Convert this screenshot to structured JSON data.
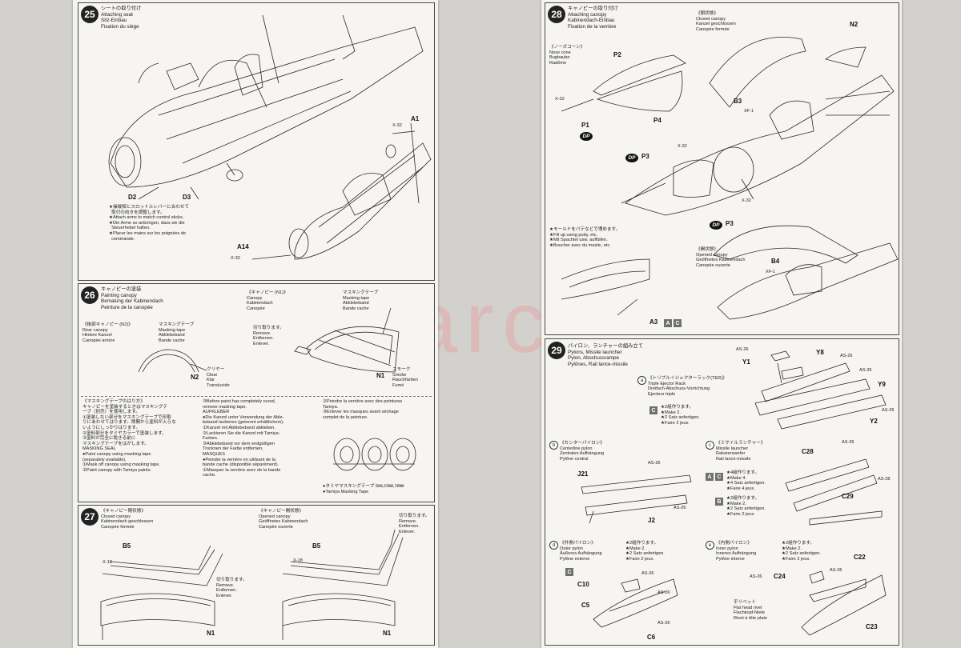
{
  "watermark": "modelarclub.cz",
  "step25": {
    "num": "25",
    "title": "シートの取り付け\nAttaching seat\nSitz-Einbau\nFixation du siège",
    "note": "★操縦桿とスロットルレバーに合わせて\n  取付の向きを調整します。\n★Attach arms to match control sticks.\n★Die Arme so anbringen, dass sie die\n  Steuerhebel halten.\n★Placer les mains sur les poignées de\n  commande.",
    "parts": {
      "d2": "D2",
      "d3": "D3",
      "a1": "A1",
      "a14": "A14",
      "x32a": "X-32",
      "x32b": "X-32"
    }
  },
  "step26": {
    "num": "26",
    "title": "キャノピーの塗装\nPainting canopy\nBemalung der Kabinendach\nPeinture de la canopée",
    "canopy_n1": "《キャノピー (N1)》\nCanopy\nKabinendach\nCanopée",
    "masking_tape": "マスキングテープ\nMasking tape\nAbklebeband\nBande cache",
    "rear_canopy": "《後部キャノピー (N2)》\nRear canopy\nHintere Kanzel\nCanopée arrière",
    "cut_off": "切り取ります。\nRemove.\nEntfernen.\nEnlever.",
    "clear": "クリヤー\nClear\nKlar\nTranslucide",
    "smoke": "スモーク\nSmoke\nRauchfarben\nFumé",
    "n1": "N1",
    "n2": "N2",
    "instr_col1": "《マスキングテープのはり方》\nキャノピーを塗装するときはマスキングテ\nープ（別売）を使用します。\n①塗装しない部分をマスキングテープで形取\nりにあわせてはります。隙間から塗料が入らな\nいようにしっかりはります。\n②塗料部分をタミヤカラーで塗装します。\n③塗料が完全に乾きる前に\nマスキングテープをはがします。\nMASKING SEAL\n●Paint canopy using masking tape\n(separately available).\n①Mask off canopy using masking tape.\n②Paint canopy with Tamiya paints.",
    "instr_col2": "③Before paint has completely cured,\nremove masking tape.\nAUFKLEBER\n●Die Kanzel unter Verwendung der Able-\nbeband lackieren (getrennt erhältlichem).\n①Kanzel mit Abklebeband abkleben.\n②Lackieren Sie die Kanzel mit Tamiya-\nFarben.\n③Abklebeband vor dem endgültigen\nTrocknen der Farbe entfernen.\nMASQUES\n●Peindre la verrière en utilisant de la\nbande cache (disponible séparément).\n①Masquer la verrière avec de la bande\ncache.",
    "instr_col3": "②Peindre la verrière avec des peintures\nTamiya.\n③Enlever les masques avant séchage\ncomplet de la peinture.",
    "tamiya_tape": "●タミヤマスキングテープ 6㎜,10㎜,18㎜\n●Tamiya Masking Tape"
  },
  "step27": {
    "num": "27",
    "closed": "《キャノピー閉状態》\nClosed canopy\nKabinendach geschlossen\nCanopée fermée",
    "opened": "《キャノピー開状態》\nOpened canopy\nGeöffnetes Kabinendach\nCanopée ouverte",
    "cut_off": "切り取ります。\nRemove.\nEntfernen.\nEnlever.",
    "parts": {
      "b5a": "B5",
      "b5b": "B5",
      "x18a": "X-18",
      "x18b": "X-18",
      "n1a": "N1",
      "n1b": "N1"
    }
  },
  "step28": {
    "num": "28",
    "title": "キャノピーの取り付け\nAttaching canopy\nKabinendach-Einbau\nFixation de la verrière",
    "nose": "《ノーズコーン》\nNose cone\nBughaube\nRadôme",
    "closed": "《閉状態》\nClosed canopy\nKanzel geschlossen\nCanopée fermée",
    "opened": "《開状態》\nOpened canopy\nGeöffnetes Kabinendach\nCanopée ouverte",
    "putty": "★モールドをパテなどで埋めます。\n★Fill up using putty, etc.\n★Mit Spachtel usw. auffüllen.\n★Boucher avec du mastic, etc.",
    "parts": {
      "p2": "P2",
      "p1": "P1",
      "p4": "P4",
      "p3a": "P3",
      "p3b": "P3",
      "n2": "N2",
      "b3": "B3",
      "b4": "B4",
      "a3": "A3",
      "x32a": "X-32",
      "x32b": "X-32",
      "x32c": "X-32",
      "xf1a": "XF-1",
      "xf1b": "XF-1"
    },
    "dp": "DP",
    "box_a": "A",
    "box_c": "C"
  },
  "step29": {
    "num": "29",
    "title": "パイロン、ランチャーの組み立て\nPylons, Missile launcher\nPylon, Abschussrampe\nPylônes, Rail lance-missile",
    "a": "《トリプルイジェクターラック(TER)》\nTriple Ejector Rack\nDreifach-Abschuss-Vorrichtung\nEjecteur triple",
    "a_make": "★2組作ります。\n★Make 2.\n★2 Satz anfertigen.\n★Faire 2 jeux.",
    "b": "《センターパイロン》\nCenterline pylon\nZentralen Aufhängung\nPylône central",
    "c": "《ミサイルランチャー》\nMissile launcher\nRaketenwerfer\nRail lance-missile",
    "c_make4": "★4組作ります。\n★Make 4.\n★4 Satz anfertigen.\n★Faire 4 jeux.",
    "c_make2": "★2組作ります。\n★Make 2.\n★2 Satz anfertigen.\n★Faire 2 jeux.",
    "d": "《外側パイロン》\nOuter pylon\nÄußeres Aufhängung\nPylône externe",
    "d_make": "★2組作ります。\n★Make 2.\n★2 Satz anfertigen.\n★Faire 2 jeux.",
    "e": "《内側パイロン》\nInner pylon\nInneres Aufhängung\nPylône interne",
    "e_make": "★2組作ります。\n★Make 2.\n★2 Satz anfertigen.\n★Faire 2 jeux.",
    "rivet": "平リベット\nFlat head rivet\nFlachkopf-Niete\nRivet à tête plate",
    "parts": {
      "y1": "Y1",
      "y8": "Y8",
      "y9": "Y9",
      "y2": "Y2",
      "j21": "J21",
      "j2": "J2",
      "c28": "C28",
      "c29": "C29",
      "c10": "C10",
      "c5": "C5",
      "c6": "C6",
      "c24": "C24",
      "c22": "C22",
      "c23": "C23",
      "as26": "AS-26",
      "as28": "AS-28"
    },
    "circ": {
      "a": "a",
      "b": "b",
      "c": "c",
      "d": "d",
      "e": "e"
    },
    "box": {
      "c": "C",
      "a": "A",
      "b": "B"
    }
  }
}
